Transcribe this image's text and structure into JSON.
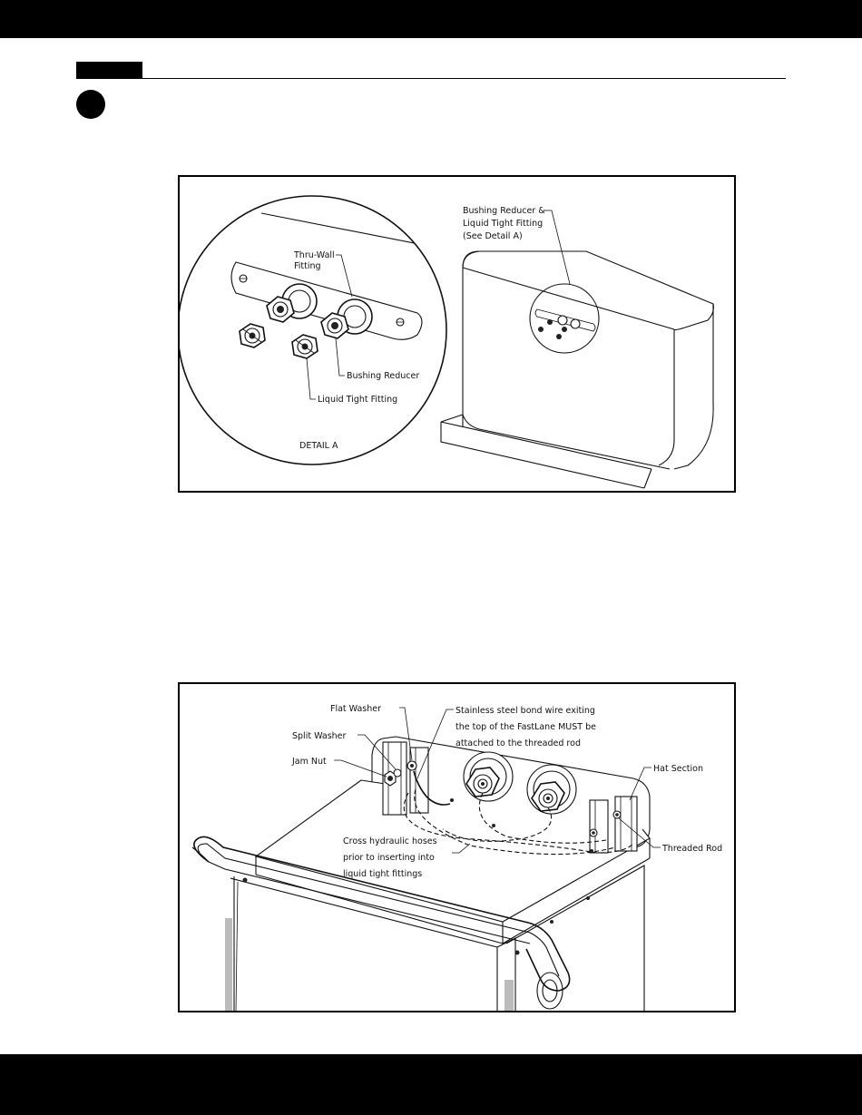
{
  "figure1": {
    "callouts": {
      "thru_wall_fitting": [
        "Thru-Wall",
        "Fitting"
      ],
      "bushing_reducer": "Bushing Reducer",
      "liquid_tight_fitting": "Liquid Tight Fitting",
      "detail_label": "DETAIL A",
      "bushing_and_fitting": [
        "Bushing Reducer &",
        "Liquid Tight Fitting",
        "(See Detail A)"
      ]
    }
  },
  "figure2": {
    "callouts": {
      "flat_washer": "Flat Washer",
      "split_washer": "Split Washer",
      "jam_nut": "Jam Nut",
      "bond_wire_note": [
        "Stainless steel bond wire exiting",
        "the top of the FastLane MUST be",
        "attached to the threaded rod"
      ],
      "hat_section": "Hat Section",
      "hoses_note": [
        "Cross hydraulic hoses",
        "prior to inserting into",
        "liquid tight fittings"
      ],
      "threaded_rod": "Threaded Rod"
    }
  }
}
